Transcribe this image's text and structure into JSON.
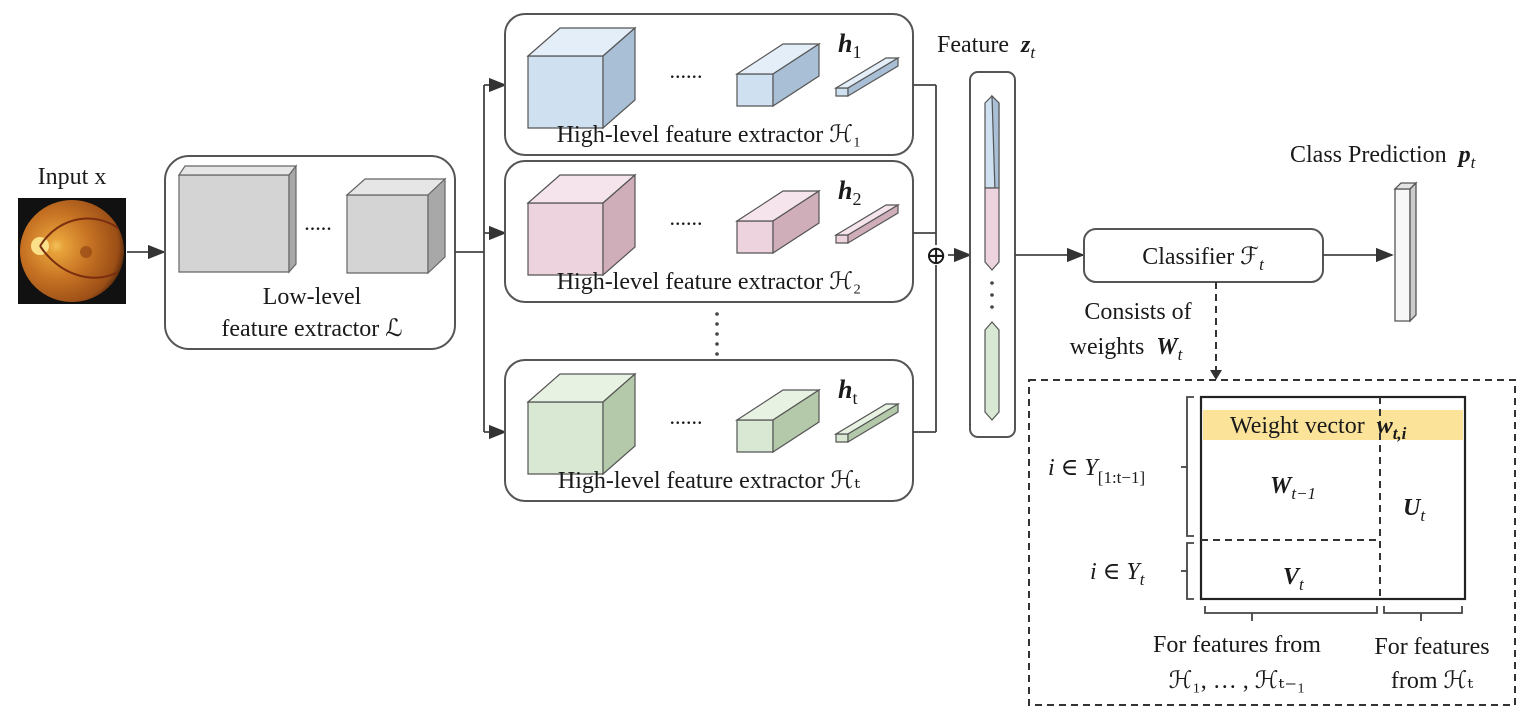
{
  "input_label": "Input x",
  "low_level": {
    "line1": "Low-level",
    "line2": "feature extractor ℒ",
    "ellipsis": "....."
  },
  "extractors": [
    {
      "label": "High-level feature extractor ℋ₁",
      "vector": "h",
      "sub": "1",
      "color": "#cfe0f0",
      "side": "#a9bfd6",
      "top": "#e3eef8"
    },
    {
      "label": "High-level feature extractor ℋ₂",
      "vector": "h",
      "sub": "2",
      "color": "#ecd3dd",
      "side": "#cfaeba",
      "top": "#f5e4eb"
    },
    {
      "label": "High-level feature extractor ℋₜ",
      "vector": "h",
      "sub": "t",
      "color": "#d8e8d2",
      "side": "#b3c9aa",
      "top": "#e8f2e3"
    }
  ],
  "ellipsis_h": "......",
  "feature_label": "Feature",
  "feature_var": "z",
  "feature_sub": "t",
  "concat_symbol": "⊕",
  "classifier_label": "Classifier ℱ",
  "classifier_sub": "t",
  "class_pred_label": "Class Prediction",
  "class_pred_var": "p",
  "class_pred_sub": "t",
  "consists_line1": "Consists of",
  "consists_line2": "weights",
  "weights_var": "W",
  "weights_sub": "t",
  "matrix": {
    "weight_vector_label": "Weight vector",
    "weight_vector_var": "w",
    "weight_vector_sub": "t,i",
    "W_prev_var": "W",
    "W_prev_sub": "t−1",
    "U_var": "U",
    "U_sub": "t",
    "V_var": "V",
    "V_sub": "t",
    "row_top_label": "i ∈ Y",
    "row_top_sub": "[1:t−1]",
    "row_bottom_label": "i ∈ Y",
    "row_bottom_sub": "t",
    "col_left_line1": "For features from",
    "col_left_line2": "ℋ₁, … , ℋₜ₋₁",
    "col_right_line1": "For features",
    "col_right_line2": "from ℋₜ",
    "highlight_color": "#fbe39a"
  }
}
